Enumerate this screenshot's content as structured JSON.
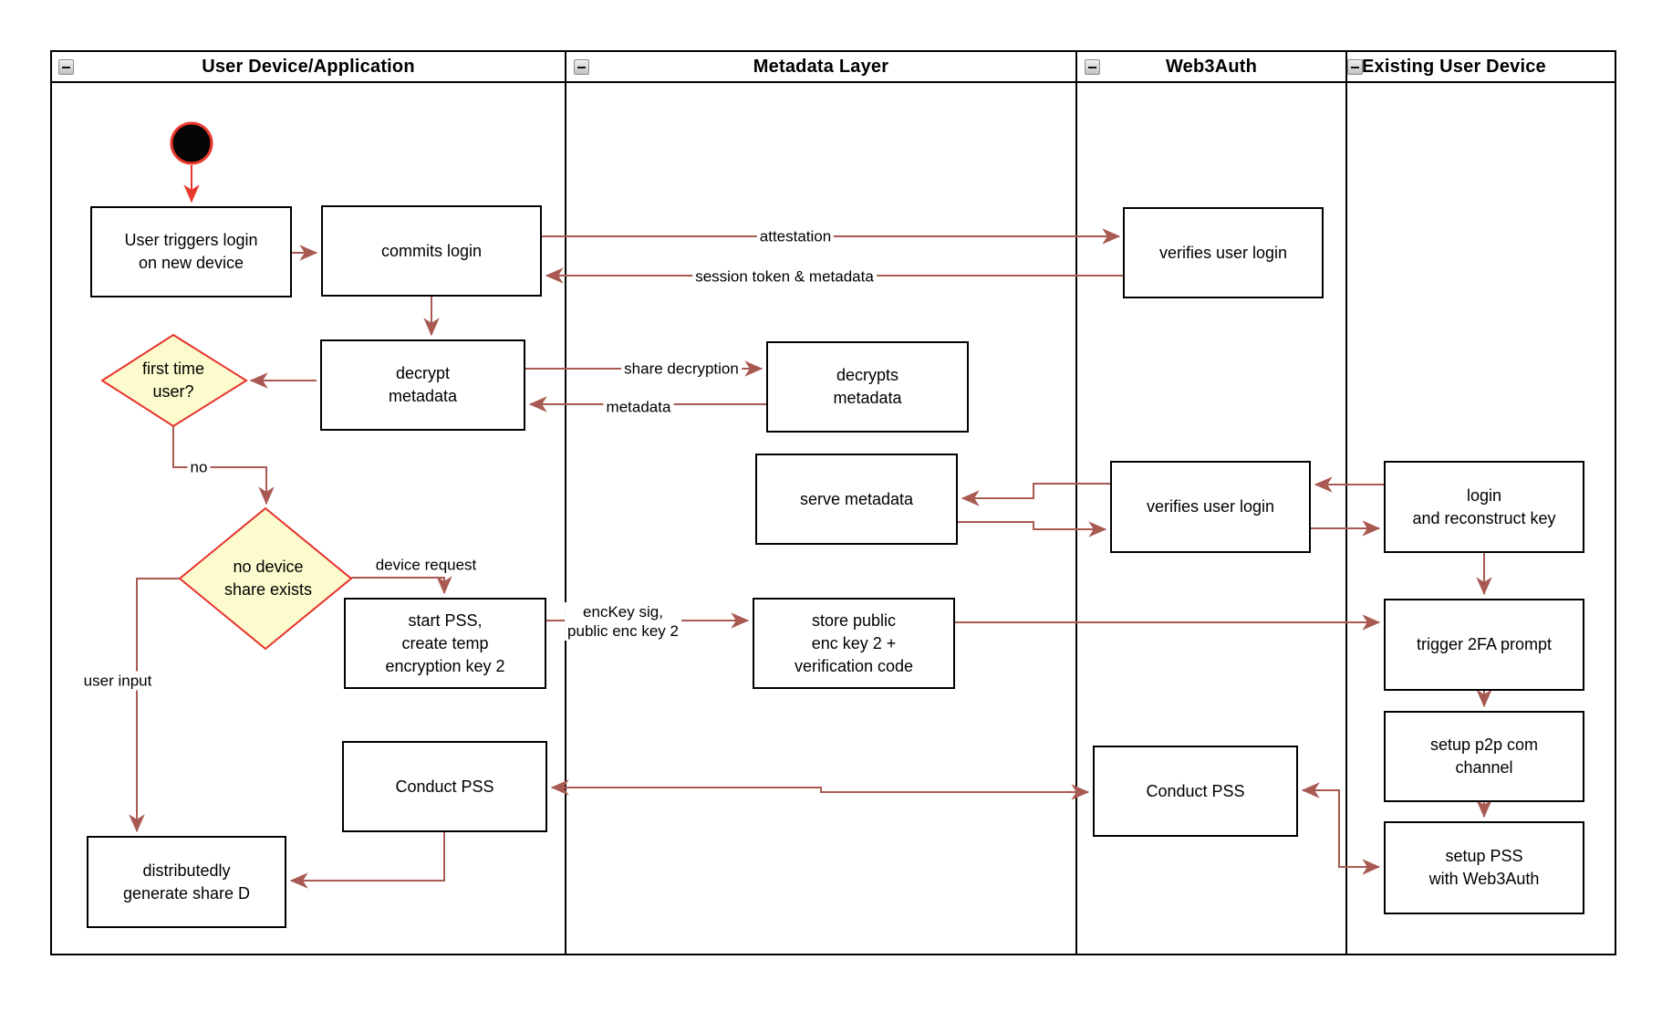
{
  "lanes": [
    {
      "title": "User Device/Application",
      "icon": "collapse-minus-icon"
    },
    {
      "title": "Metadata Layer",
      "icon": "collapse-minus-icon"
    },
    {
      "title": "Web3Auth",
      "icon": "collapse-minus-icon"
    },
    {
      "title": "Existing User Device",
      "icon": "collapse-minus-icon"
    }
  ],
  "nodes": {
    "start_node": {
      "type": "initial-state"
    },
    "user_triggers_login": {
      "label": "User triggers login\non new device"
    },
    "commits_login": {
      "label": "commits login"
    },
    "decrypt_metadata": {
      "label": "decrypt\nmetadata"
    },
    "first_time_user": {
      "label": "first time\nuser?"
    },
    "no_device_share": {
      "label": "no device\nshare exists"
    },
    "start_pss": {
      "label": "start PSS,\ncreate temp\nencryption key 2"
    },
    "conduct_pss_user": {
      "label": "Conduct PSS"
    },
    "distributedly_generate": {
      "label": "distributedly\ngenerate share D"
    },
    "decrypts_metadata": {
      "label": "decrypts\nmetadata"
    },
    "serve_metadata": {
      "label": "serve metadata"
    },
    "store_public_enc": {
      "label": "store public\nenc key 2 +\nverification code"
    },
    "verifies_user_login_top": {
      "label": "verifies user login"
    },
    "verifies_user_login_mid": {
      "label": "verifies user login"
    },
    "conduct_pss_web3auth": {
      "label": "Conduct PSS"
    },
    "login_reconstruct": {
      "label": "login\nand reconstruct key"
    },
    "trigger_2fa": {
      "label": "trigger 2FA prompt"
    },
    "setup_p2p": {
      "label": "setup p2p com\nchannel"
    },
    "setup_pss": {
      "label": "setup PSS\nwith Web3Auth"
    }
  },
  "edge_labels": {
    "attestation": "attestation",
    "session_token": "session token & metadata",
    "share_decryption": "share decryption",
    "metadata": "metadata",
    "no": "no",
    "device_request": "device request",
    "enckey": "encKey sig,\npublic enc key 2",
    "user_input": "user input"
  },
  "colors": {
    "arrow": "#A85A52",
    "start_accent": "#E8382B",
    "decision_fill": "#FBFBCD",
    "decision_border": "#E8312A",
    "node_border": "#000000",
    "node_fill": "#FFFFFF"
  }
}
